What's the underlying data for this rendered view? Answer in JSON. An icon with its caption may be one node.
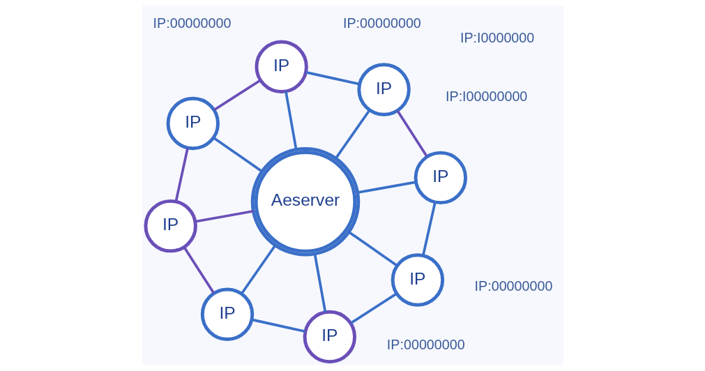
{
  "diagram": {
    "nodes": [
      {
        "text": [
          "Aeserver"
        ]
      },
      {
        "text": [
          "IP"
        ]
      },
      {
        "text": [
          "IP"
        ]
      },
      {
        "text": [
          "IP"
        ]
      },
      {
        "text": [
          "IP"
        ]
      },
      {
        "text": [
          "IP"
        ]
      },
      {
        "text": [
          "IP"
        ]
      },
      {
        "text": [
          "IP"
        ]
      },
      {
        "text": [
          "IP"
        ]
      }
    ],
    "edges": [
      {
        "from": 0,
        "to": 1,
        "arrow": "none"
      },
      {
        "from": 0,
        "to": 2,
        "arrow": "none"
      },
      {
        "from": 0,
        "to": 3,
        "arrow": "none"
      },
      {
        "from": 0,
        "to": 4,
        "arrow": "none"
      },
      {
        "from": 0,
        "to": 5,
        "arrow": "none"
      },
      {
        "from": 0,
        "to": 6,
        "arrow": "none"
      },
      {
        "from": 0,
        "to": 7,
        "arrow": "none"
      },
      {
        "from": 0,
        "to": 8,
        "arrow": "none",
        "color": "#6a4fb8"
      },
      {
        "from": 1,
        "to": 2,
        "arrow": "none",
        "color": "#6a4fb8"
      },
      {
        "from": 1,
        "to": 3,
        "arrow": "none"
      },
      {
        "from": 3,
        "to": 5,
        "arrow": "none",
        "color": "#6a4fb8"
      },
      {
        "from": 5,
        "to": 8,
        "arrow": "none",
        "color": "#6a4fb8"
      },
      {
        "from": 8,
        "to": 7,
        "arrow": "none",
        "color": "#6a4fb8"
      },
      {
        "from": 7,
        "to": 6,
        "arrow": "none"
      },
      {
        "from": 6,
        "to": 4,
        "arrow": "none"
      },
      {
        "from": 4,
        "to": 2,
        "arrow": "none"
      }
    ],
    "labels": [
      "IP:I00000000",
      "IP:I0000000",
      "IP:00000000",
      "IP:00000000",
      "IP:00000000",
      "IP:00000000"
    ]
  }
}
